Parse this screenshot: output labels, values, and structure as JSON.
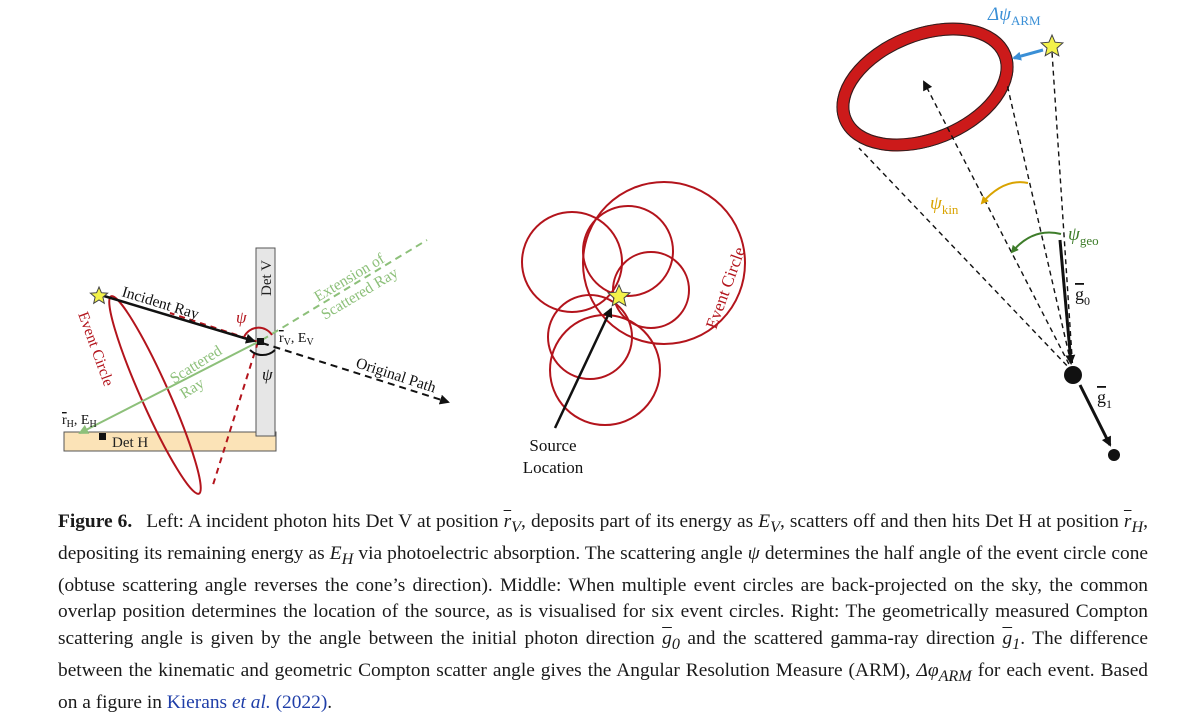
{
  "left_panel": {
    "det_v": "Det V",
    "det_h": "Det H",
    "incident_ray": "Incident Ray",
    "scattered_ray": [
      "Scattered",
      "Ray"
    ],
    "extension": [
      "Extension of",
      "Scattered Ray"
    ],
    "original_path": "Original Path",
    "event_circle": "Event Circle",
    "psi": "ψ",
    "rv_sym": "r",
    "rv_sub": "V",
    "ev_text": ", E",
    "ev_sub": "V",
    "rh_sym": "r",
    "rh_sub": "H",
    "eh_text": ", E",
    "eh_sub": "H"
  },
  "middle_panel": {
    "event_circle": "Event Circle",
    "source_location": [
      "Source",
      "Location"
    ]
  },
  "right_panel": {
    "delta_psi": "Δψ",
    "delta_psi_sub": "ARM",
    "psi_kin": "ψ",
    "psi_kin_sub": "kin",
    "psi_geo": "ψ",
    "psi_geo_sub": "geo",
    "g0": "g",
    "g0_sub": "0",
    "g1": "g",
    "g1_sub": "1"
  },
  "caption": {
    "label": "Figure 6.",
    "t1": "Left: A incident photon hits Det V at position ",
    "rv": "r",
    "rv_sub": "V",
    "t2": ", deposits part of its energy as ",
    "ev": "E",
    "ev_sub": "V",
    "t3": ", scatters off and then hits Det H at position ",
    "rh": "r",
    "rh_sub": "H",
    "t4": ", depositing its remaining energy as ",
    "eh": "E",
    "eh_sub": "H",
    "t5": " via photoelectric absorption. The scattering angle ",
    "psi": "ψ",
    "t6": " determines the half angle of the event circle cone (obtuse scattering angle reverses the cone’s direction). Middle: When multiple event circles are back-projected on the sky, the common overlap position determines the location of the source, as is visualised for six event circles. Right: The geometrically measured Compton scattering angle is given by the angle between the initial photon direction ",
    "g0": "g",
    "g0_sub": "0",
    "t7": " and the scattered gamma-ray direction ",
    "g1": "g",
    "g1_sub": "1",
    "t8": ". The difference between the kinematic and geometric Compton scatter angle gives the Angular Resolution Measure (ARM), ",
    "dphi": "Δφ",
    "dphi_sub": "ARM",
    "t9": " for each event. Based on a figure in ",
    "cite": "Kierans",
    "etal": "et al.",
    "year": " (2022)",
    "t10": "."
  },
  "colors": {
    "red": "#b3141c",
    "ring": "#cc1a1a",
    "green": "#8dc07a",
    "darkgreen": "#3e7d2a",
    "gold": "#d9a300",
    "blue": "#3a8fd6",
    "star": "#f3f24a",
    "det_h_fill": "#fbe3b7",
    "det_v_fill": "#e6e6e6"
  }
}
